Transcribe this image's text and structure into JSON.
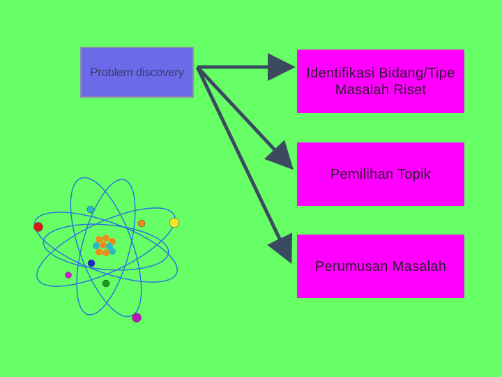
{
  "source": {
    "label": "Problem discovery"
  },
  "targets": [
    {
      "label": "Identifikasi Bidang/Tipe Masalah Riset"
    },
    {
      "label": "Pemilihan Topik"
    },
    {
      "label": "Perumusan Masalah"
    }
  ],
  "colors": {
    "background": "#66ff66",
    "source_box": "#6b6bea",
    "target_box": "#ff00ff",
    "arrow": "#3b4a5e",
    "orbit": "#2a6fe0"
  }
}
